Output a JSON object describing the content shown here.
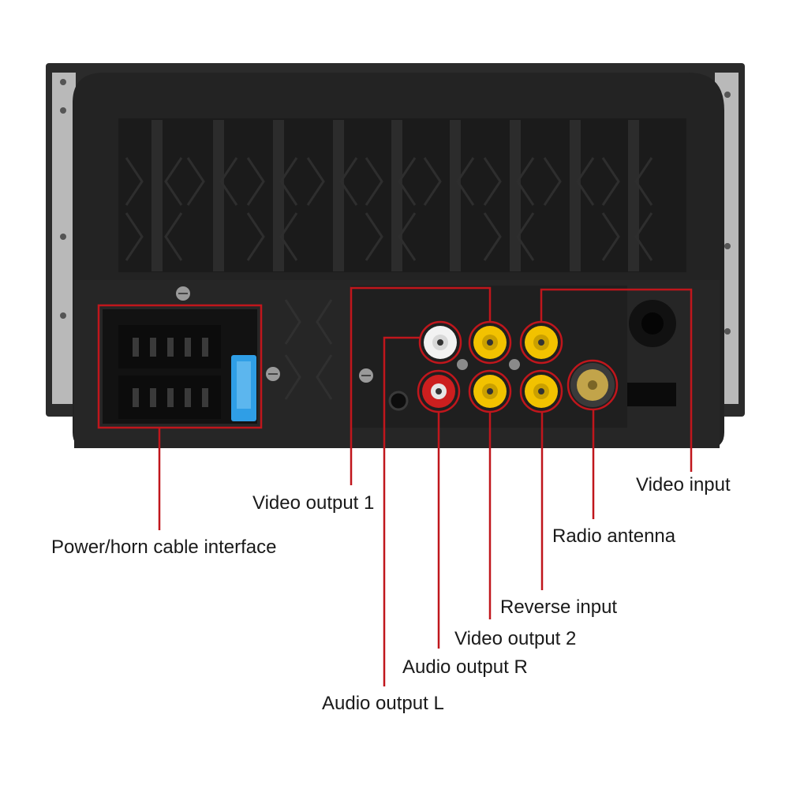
{
  "colors": {
    "callout_line": "#c0161c",
    "panel": "#232323",
    "panel_dark": "#161616",
    "frame": "#2b2b2b",
    "bracket": "#b9b9b9",
    "rca_yellow": "#f2c200",
    "rca_red": "#cc1f1f",
    "rca_white": "#f2f2f2",
    "antenna_gold": "#c2a44a",
    "fuse_blue": "#2f9ee6"
  },
  "callouts": [
    {
      "id": "power-horn",
      "label": "Power/horn cable interface"
    },
    {
      "id": "video-output-1",
      "label": "Video output 1"
    },
    {
      "id": "audio-output-l",
      "label": "Audio output L"
    },
    {
      "id": "audio-output-r",
      "label": "Audio output R"
    },
    {
      "id": "video-output-2",
      "label": "Video output 2"
    },
    {
      "id": "reverse-input",
      "label": "Reverse input"
    },
    {
      "id": "radio-antenna",
      "label": "Radio antenna"
    },
    {
      "id": "video-input",
      "label": "Video input"
    }
  ]
}
